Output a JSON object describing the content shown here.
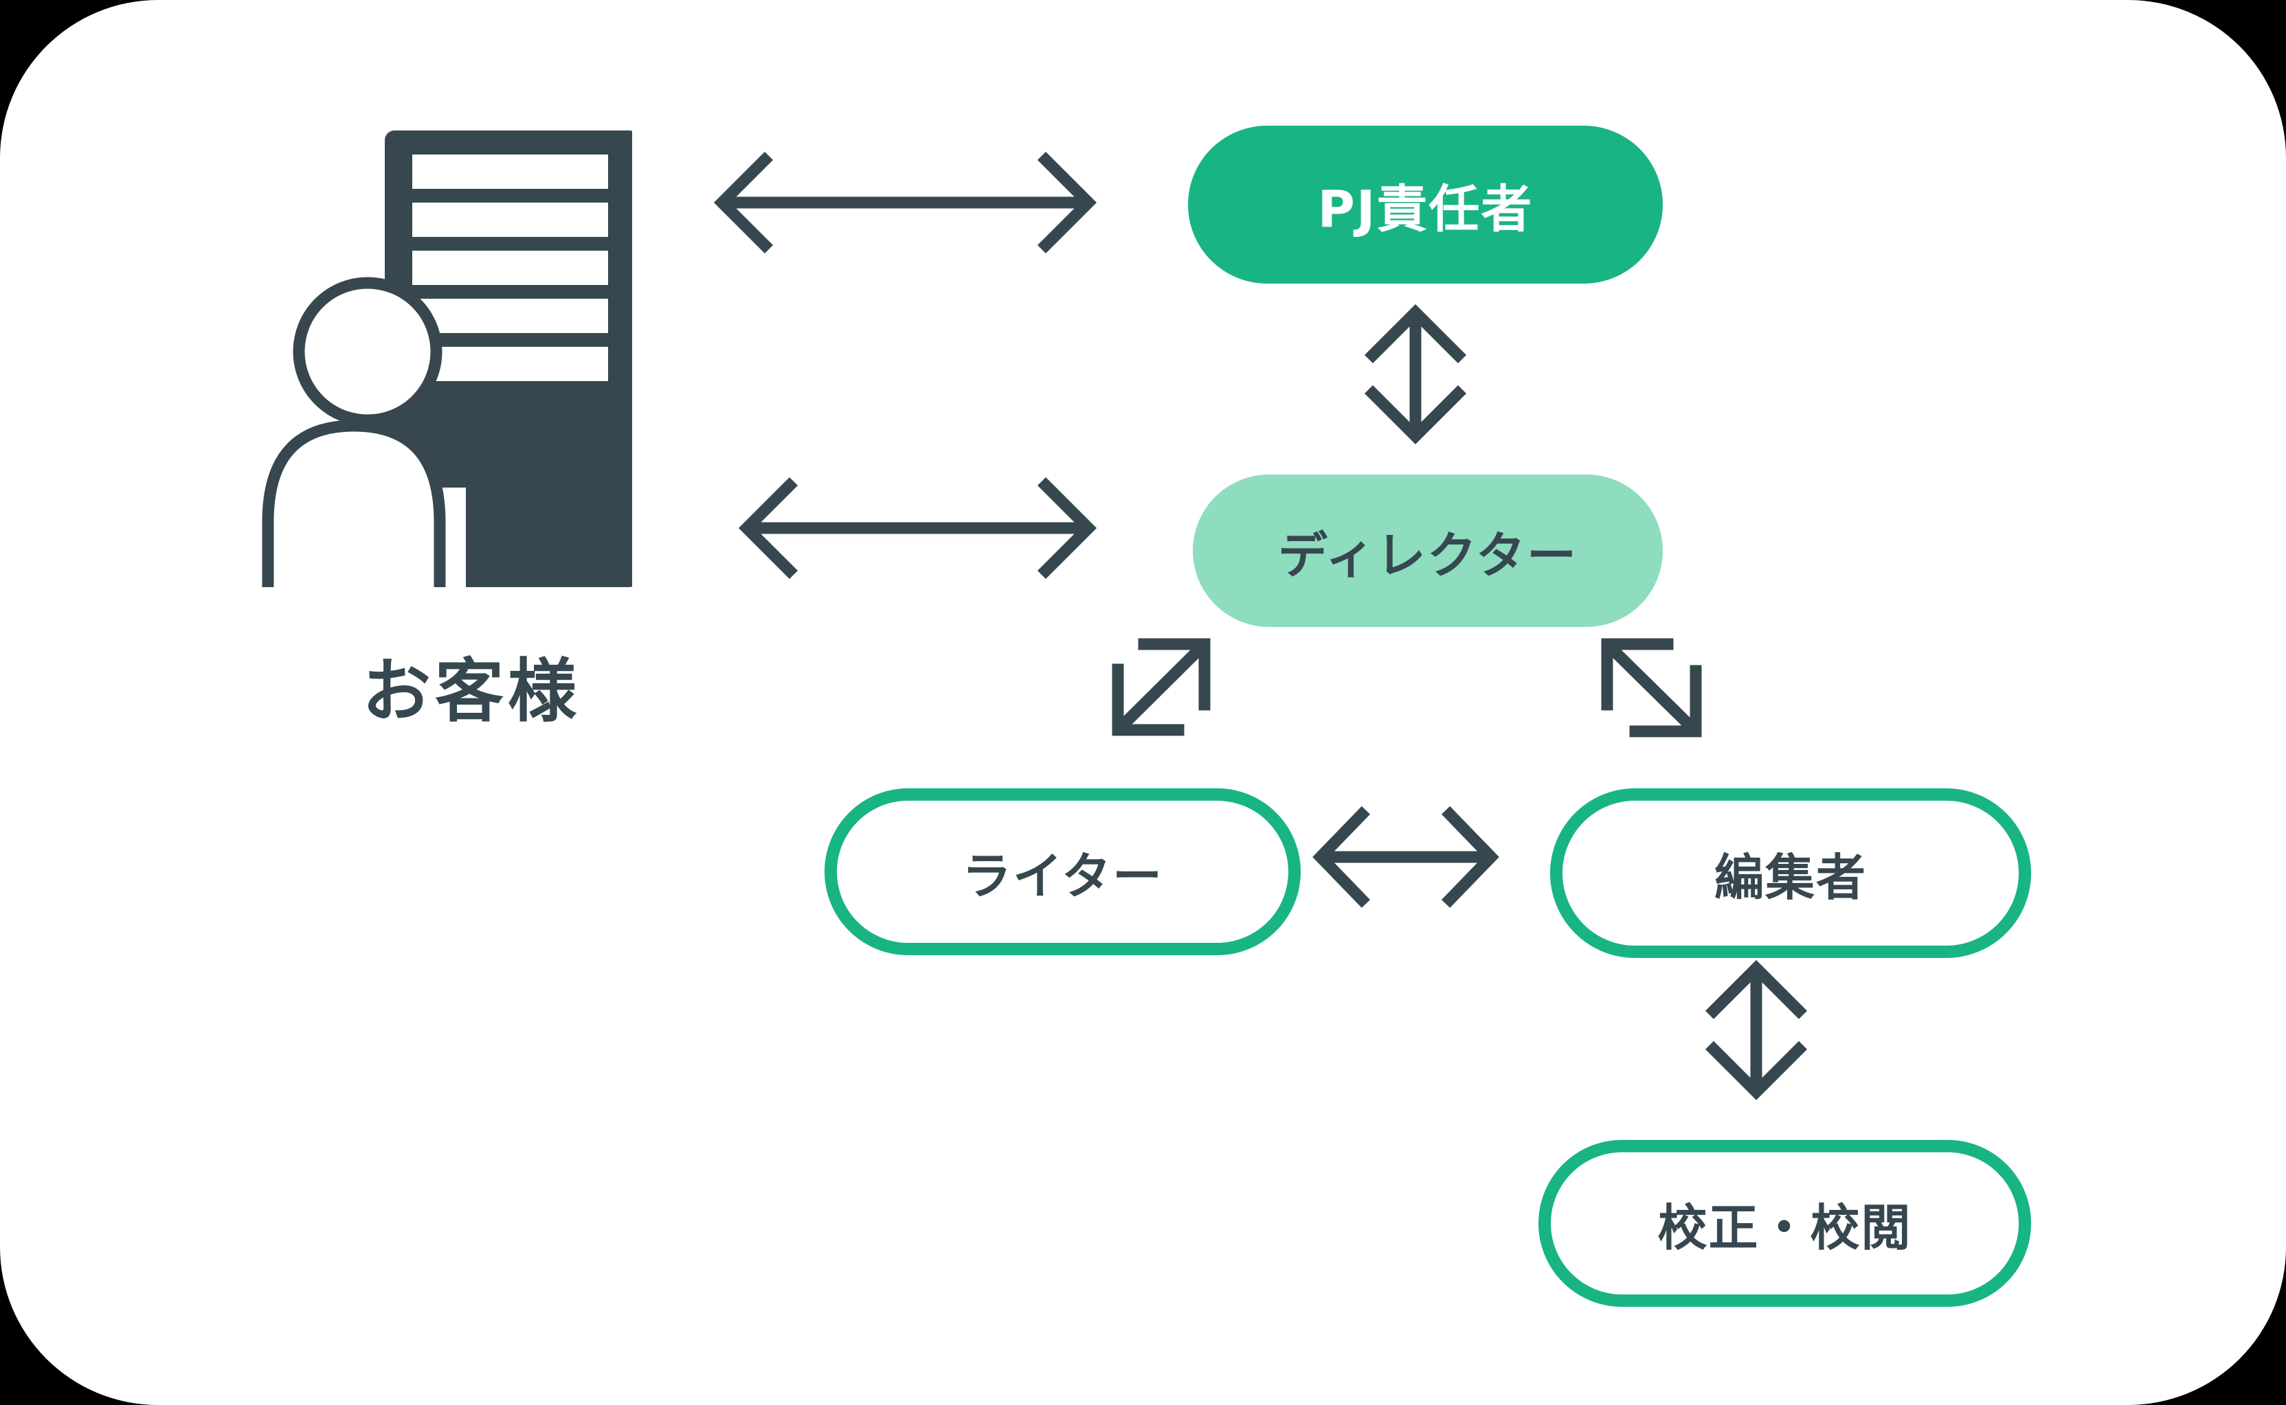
{
  "diagram_title": "content-production-workflow",
  "colors": {
    "background": "#000000",
    "card": "#ffffff",
    "dark_slate": "#37474f",
    "green": "#19b483",
    "light_green": "#8dddbe",
    "pj_text": "#ffffff"
  },
  "customer": {
    "label": "お客様",
    "icon": "building-with-person-icon"
  },
  "nodes": [
    {
      "id": "pj",
      "label": "PJ責任者",
      "style": "filled-green"
    },
    {
      "id": "director",
      "label": "ディレクター",
      "style": "filled-light-green"
    },
    {
      "id": "writer",
      "label": "ライター",
      "style": "outlined-green"
    },
    {
      "id": "editor",
      "label": "編集者",
      "style": "outlined-green"
    },
    {
      "id": "proof",
      "label": "校正・校閲",
      "style": "outlined-green"
    }
  ],
  "edges": [
    {
      "from": "customer",
      "to": "pj",
      "type": "bidirectional",
      "orientation": "horizontal"
    },
    {
      "from": "customer",
      "to": "director",
      "type": "bidirectional",
      "orientation": "horizontal"
    },
    {
      "from": "pj",
      "to": "director",
      "type": "bidirectional",
      "orientation": "vertical"
    },
    {
      "from": "director",
      "to": "writer",
      "type": "bidirectional",
      "orientation": "diagonal"
    },
    {
      "from": "director",
      "to": "editor",
      "type": "bidirectional",
      "orientation": "diagonal"
    },
    {
      "from": "writer",
      "to": "editor",
      "type": "bidirectional",
      "orientation": "horizontal"
    },
    {
      "from": "editor",
      "to": "proof",
      "type": "bidirectional",
      "orientation": "vertical"
    }
  ]
}
